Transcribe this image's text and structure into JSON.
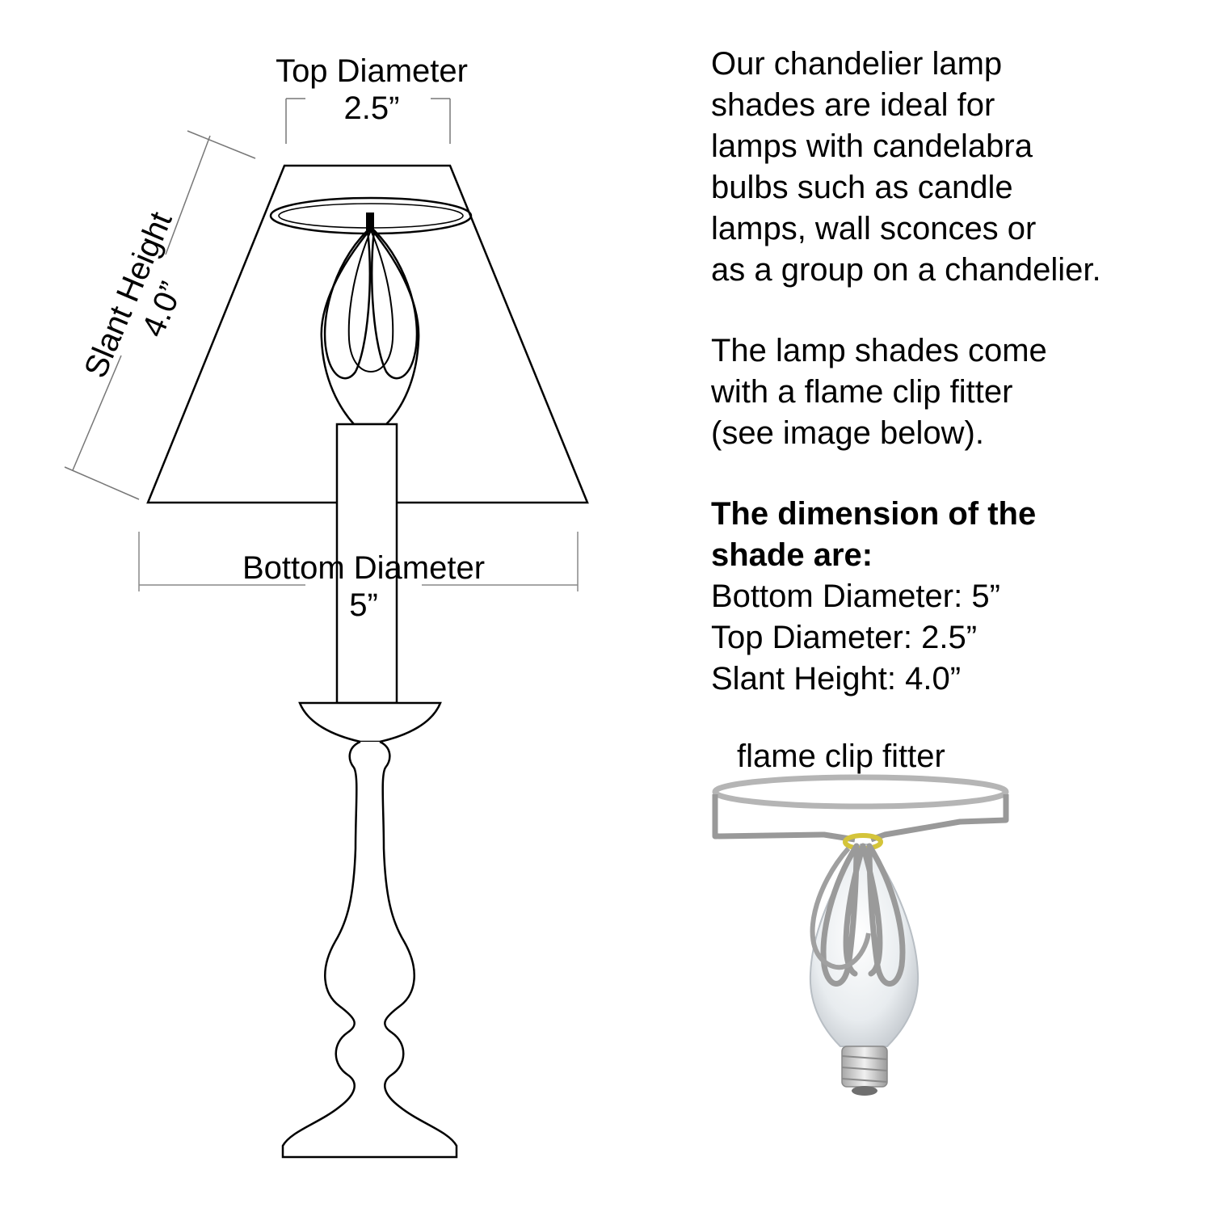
{
  "diagram": {
    "top_diameter": {
      "label": "Top Diameter",
      "value": "2.5”"
    },
    "slant_height": {
      "label": "Slant Height",
      "value": "4.0”"
    },
    "bottom_diameter": {
      "label": "Bottom Diameter",
      "value": "5”"
    }
  },
  "description": {
    "intro_lines": [
      "Our chandelier lamp",
      "shades are ideal for",
      "lamps with candelabra",
      "bulbs such as candle",
      "lamps, wall sconces or",
      "as a group on a chandelier."
    ],
    "fitter_lines": [
      "The lamp shades come",
      "with a flame clip fitter",
      "(see image below)."
    ],
    "dimension_heading": [
      "The dimension of the",
      "shade are:"
    ],
    "dimension_list": [
      "Bottom Diameter: 5”",
      "Top Diameter: 2.5”",
      "Slant Height: 4.0”"
    ]
  },
  "fitter_image": {
    "caption": "flame clip fitter",
    "colors": {
      "wire": "#999999",
      "ring_collar": "#d4c43a",
      "bulb_glass": "#e8ecef",
      "socket_base": "#c8c8c8"
    }
  }
}
